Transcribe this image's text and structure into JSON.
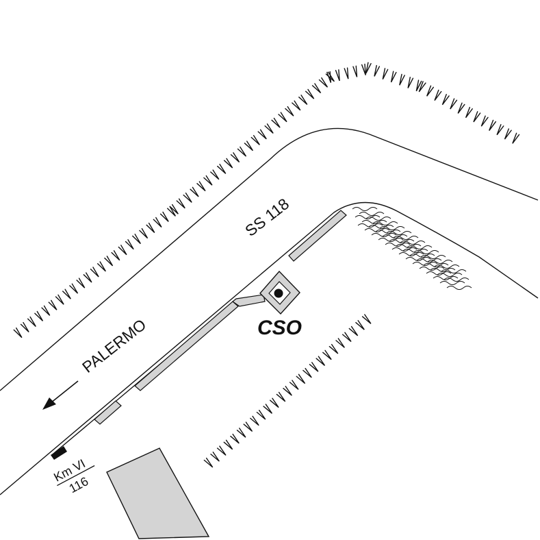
{
  "road_label": "SS 118",
  "direction_label": "PALERMO",
  "site_label": "CSO",
  "km_marker": {
    "top": "Km VI",
    "bottom": "116"
  },
  "colors": {
    "line": "#111111",
    "building_fill": "#d4d4d4",
    "background": "#ffffff"
  },
  "icons": {
    "direction": "arrow-left-down-icon",
    "site": "station-dot-icon",
    "milestone": "milestone-icon"
  }
}
